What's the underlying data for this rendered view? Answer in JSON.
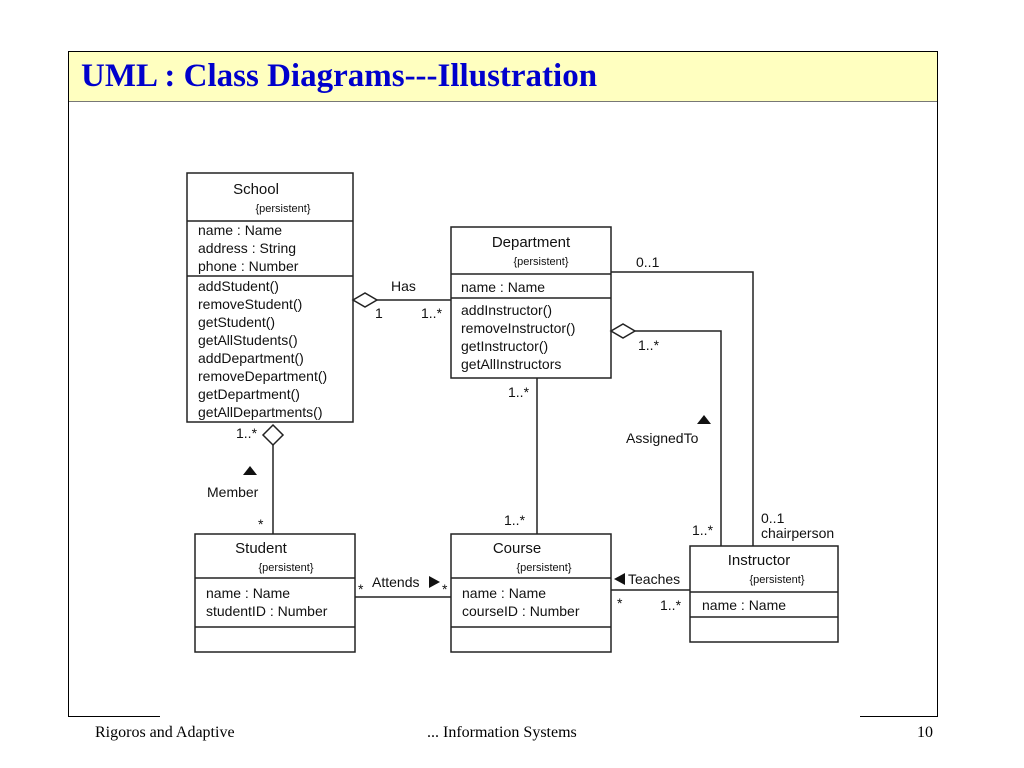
{
  "slide": {
    "title": "UML : Class Diagrams---Illustration",
    "footer_left": "Rigoros and Adaptive",
    "footer_center": "... Information Systems",
    "page_number": "10"
  },
  "diagram": {
    "school": {
      "name": "School",
      "stereotype": "{persistent}",
      "attributes": [
        "name : Name",
        "address : String",
        "phone : Number"
      ],
      "operations": [
        "addStudent()",
        "removeStudent()",
        "getStudent()",
        "getAllStudents()",
        "addDepartment()",
        "removeDepartment()",
        "getDepartment()",
        "getAllDepartments()"
      ]
    },
    "department": {
      "name": "Department",
      "stereotype": "{persistent}",
      "attributes": [
        "name : Name"
      ],
      "operations": [
        "addInstructor()",
        "removeInstructor()",
        "getInstructor()",
        "getAllInstructors"
      ]
    },
    "student": {
      "name": "Student",
      "stereotype": "{persistent}",
      "attributes": [
        "name : Name",
        "studentID : Number"
      ]
    },
    "course": {
      "name": "Course",
      "stereotype": "{persistent}",
      "attributes": [
        "name : Name",
        "courseID : Number"
      ]
    },
    "instructor": {
      "name": "Instructor",
      "stereotype": "{persistent}",
      "attributes": [
        "name : Name"
      ]
    },
    "associations": {
      "has": {
        "label": "Has",
        "school_mult": "1",
        "department_mult": "1..*"
      },
      "member": {
        "label": "Member",
        "school_mult": "1..*",
        "student_mult": "*"
      },
      "assigned_to": {
        "label": "AssignedTo",
        "department_mult": "1..*",
        "instructor_mult": "1..*"
      },
      "chair": {
        "department_mult": "0..1",
        "instructor_mult": "0..1",
        "role": "chairperson"
      },
      "department_course": {
        "department_mult": "1..*",
        "course_mult": "1..*"
      },
      "attends": {
        "label": "Attends",
        "student_mult": "*",
        "course_mult": "*"
      },
      "teaches": {
        "label": "Teaches",
        "course_mult": "*",
        "instructor_mult": "1..*"
      }
    }
  }
}
